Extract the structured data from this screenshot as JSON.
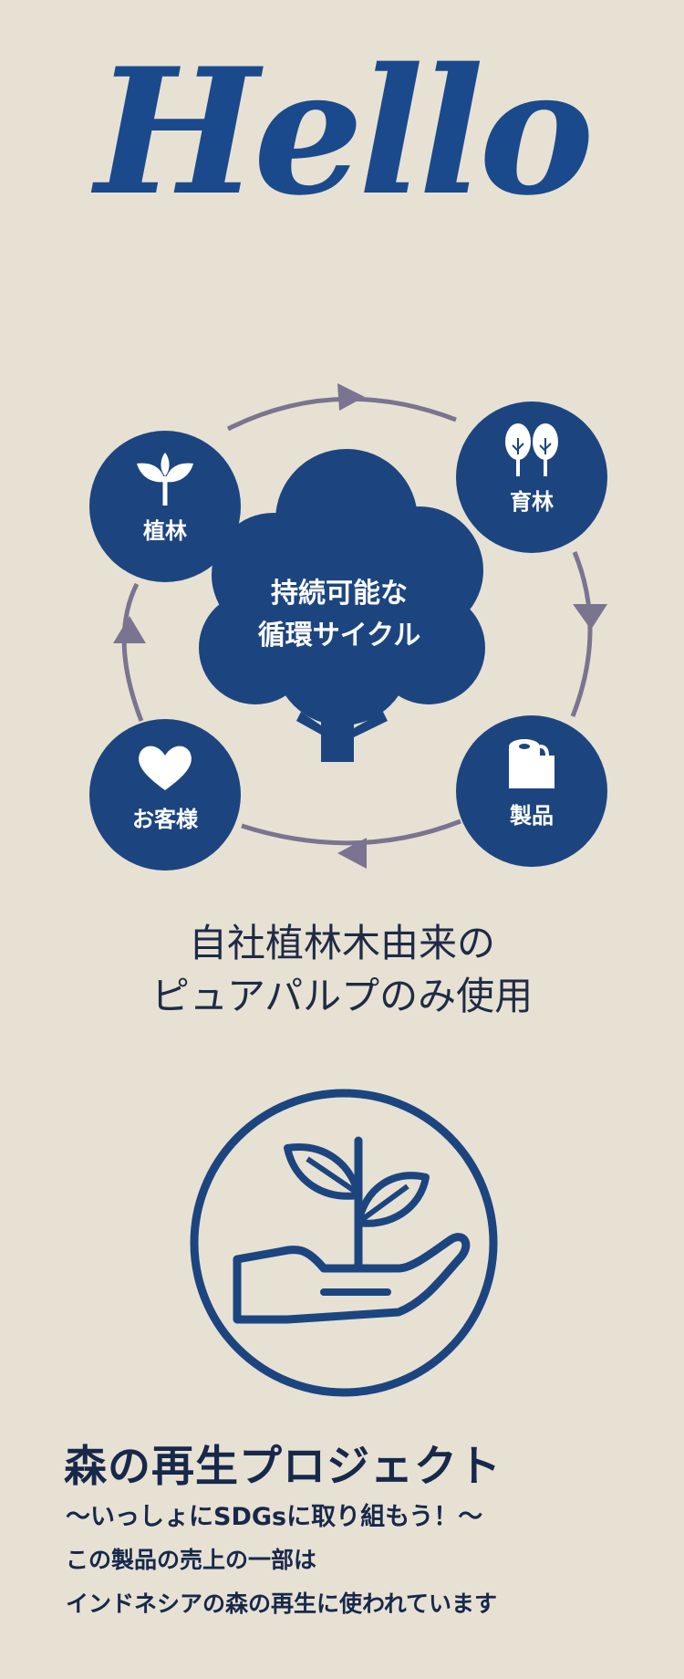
{
  "logo": {
    "text": "Hello"
  },
  "cycle": {
    "center_text_line1": "持続可能な",
    "center_text_line2": "循環サイクル",
    "nodes": [
      {
        "label": "植林",
        "icon": "sprout-icon"
      },
      {
        "label": "育林",
        "icon": "trees-icon"
      },
      {
        "label": "製品",
        "icon": "toilet-roll-icon"
      },
      {
        "label": "お客様",
        "icon": "heart-icon"
      }
    ]
  },
  "caption": {
    "line1": "自社植林木由来の",
    "line2": "ピュアパルプのみ使用"
  },
  "project": {
    "icon": "hand-holding-plant-icon",
    "title": "森の再生プロジェクト",
    "subtitle": "～いっしょにSDGsに取り組もう！～",
    "line1": "この製品の売上の一部は",
    "line2": "インドネシアの森の再生に使われています"
  },
  "colors": {
    "background": "#e7e1d4",
    "brand_blue": "#1c4580",
    "arrow": "#7a7490",
    "text": "#1f2b45"
  }
}
